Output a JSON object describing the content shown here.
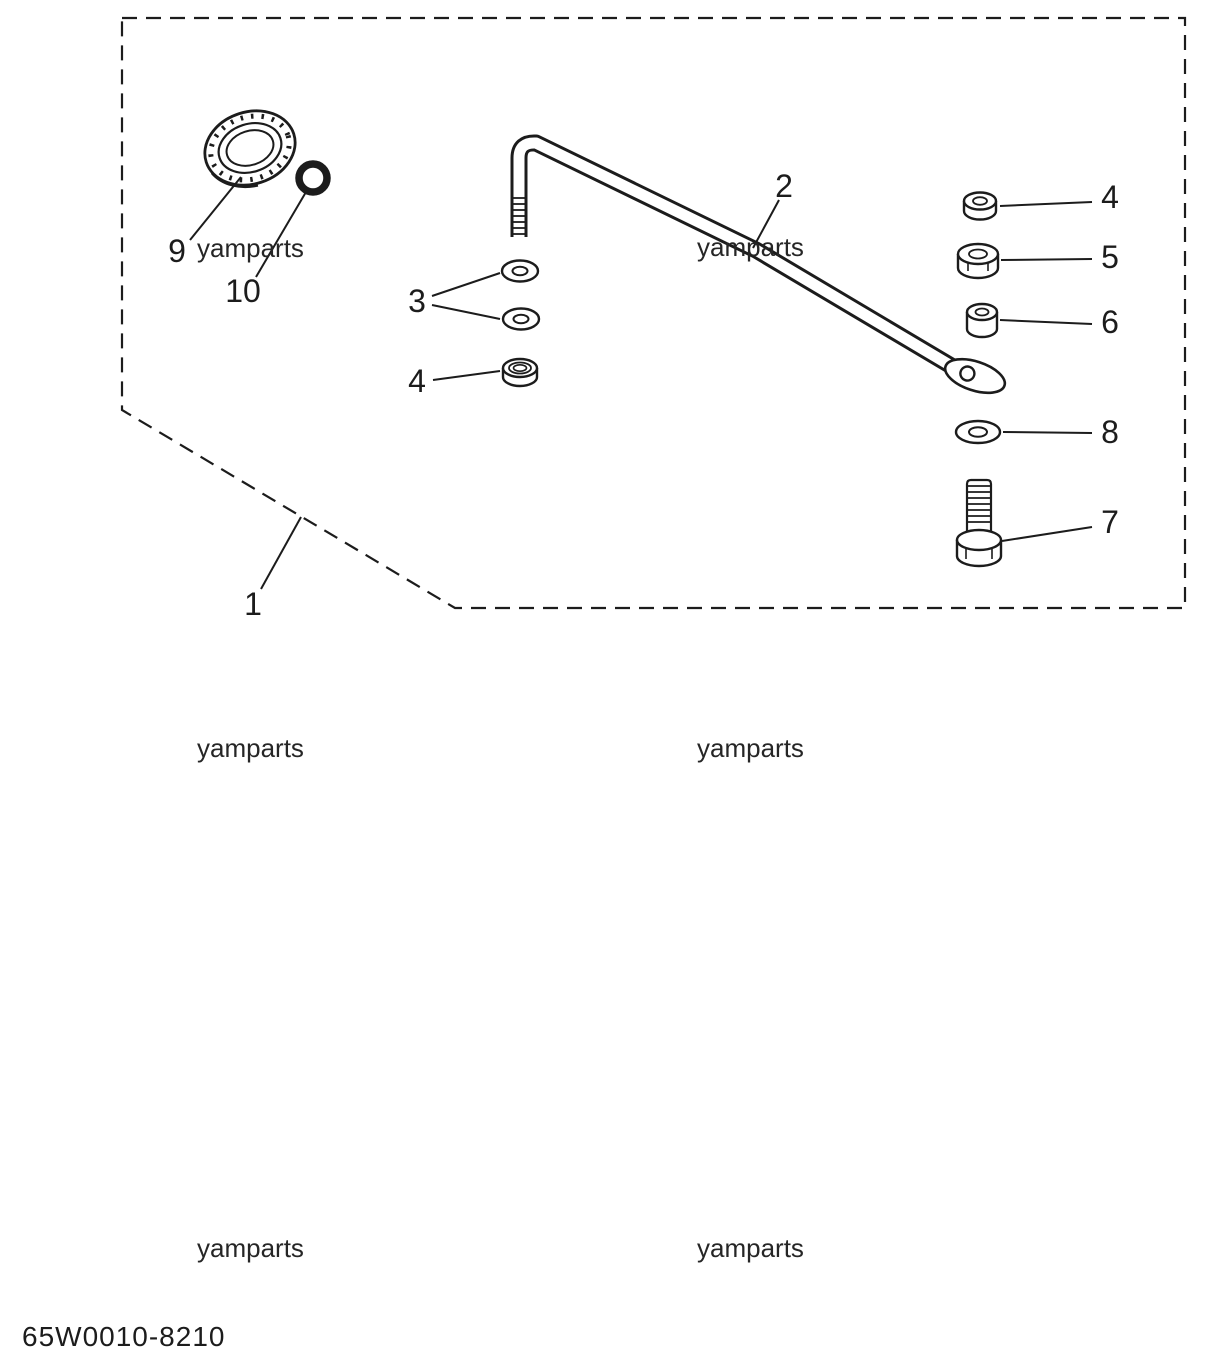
{
  "diagram": {
    "code": "65W0010-8210",
    "watermark": "yamparts",
    "part_labels": {
      "n1": "1",
      "n2": "2",
      "n3": "3",
      "n4_left": "4",
      "n4_right": "4",
      "n5": "5",
      "n6": "6",
      "n7": "7",
      "n8": "8",
      "n9": "9",
      "n10": "10"
    }
  }
}
